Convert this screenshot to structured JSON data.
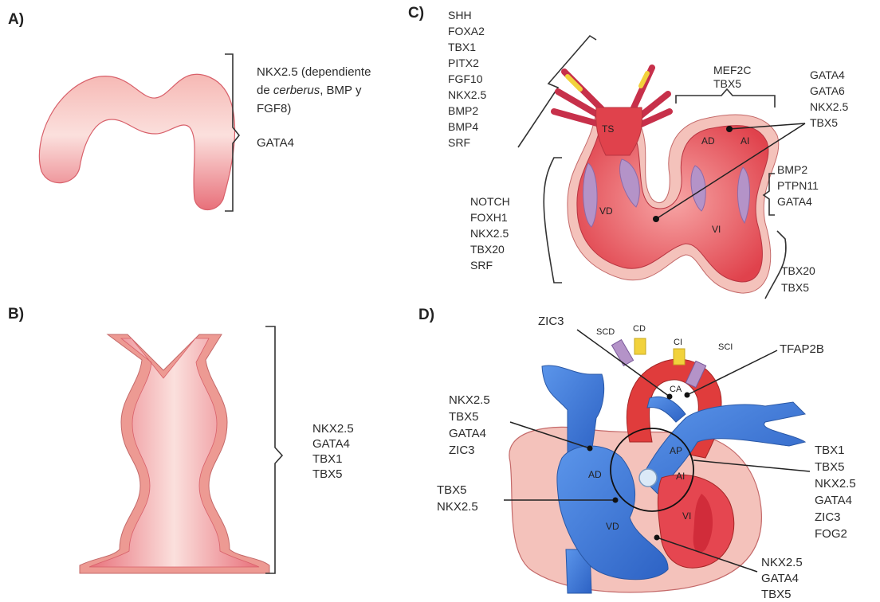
{
  "panels": {
    "a": {
      "label": "A)",
      "genes_line1": "NKX2.5 (dependiente",
      "genes_line2_pre": "de ",
      "genes_line2_italic": "cerberus",
      "genes_line2_post": ", BMP y",
      "genes_line3": "FGF8)",
      "gene_extra": "GATA4"
    },
    "b": {
      "label": "B)",
      "genes": [
        "NKX2.5",
        "GATA4",
        "TBX1",
        "TBX5"
      ]
    },
    "c": {
      "label": "C)",
      "outflow_genes": [
        "SHH",
        "FOXA2",
        "TBX1",
        "PITX2",
        "FGF10",
        "NKX2.5",
        "BMP2",
        "BMP4",
        "SRF"
      ],
      "top_genes": [
        "MEF2C",
        "TBX5"
      ],
      "atria_genes": [
        "GATA4",
        "GATA6",
        "NKX2.5",
        "TBX5"
      ],
      "cushion_genes": [
        "BMP2",
        "PTPN11",
        "GATA4"
      ],
      "rv_genes": [
        "NOTCH",
        "FOXH1",
        "NKX2.5",
        "TBX20",
        "SRF"
      ],
      "lv_genes": [
        "TBX20",
        "TBX5"
      ],
      "chambers": {
        "ts": "TS",
        "ad": "AD",
        "ai": "AI",
        "vd": "VD",
        "vi": "VI"
      }
    },
    "d": {
      "label": "D)",
      "zic3": "ZIC3",
      "tfap2b": "TFAP2B",
      "left_genes": [
        "NKX2.5",
        "TBX5",
        "GATA4",
        "ZIC3"
      ],
      "vd_genes": [
        "TBX5",
        "NKX2.5"
      ],
      "right_genes": [
        "TBX1",
        "TBX5",
        "NKX2.5",
        "GATA4",
        "ZIC3",
        "FOG2"
      ],
      "bottom_genes": [
        "NKX2.5",
        "GATA4",
        "TBX5"
      ],
      "vessels": {
        "scd": "SCD",
        "cd": "CD",
        "ci": "CI",
        "sci": "SCI",
        "ca": "CA"
      },
      "chambers": {
        "ad": "AD",
        "ap": "AP",
        "ai": "AI",
        "vd": "VD",
        "vi": "VI"
      }
    }
  },
  "colors": {
    "tissue_red": "#e8505a",
    "tissue_pink": "#f6b4b0",
    "tissue_outer": "#e99c93",
    "vein_blue": "#3c78d8",
    "artery_red": "#e03c3c",
    "cushion_purple": "#b493c8",
    "vessel_yellow": "#f2d23c"
  }
}
